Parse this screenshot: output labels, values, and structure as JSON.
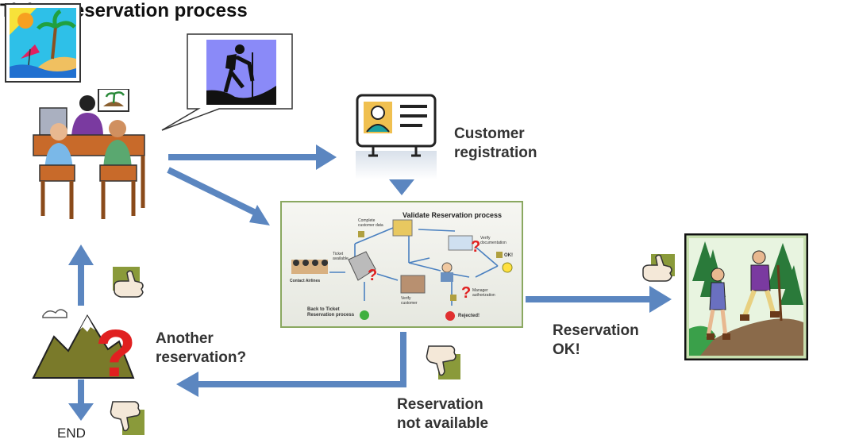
{
  "title": "Ticket Reservation process",
  "labels": {
    "customer_registration": [
      "Customer",
      "registration"
    ],
    "another_reservation": [
      "Another",
      "reservation?"
    ],
    "reservation_ok": [
      "Reservation",
      "OK!"
    ],
    "reservation_not_available": [
      "Reservation",
      "not available"
    ],
    "end": "END"
  },
  "inset": {
    "title": "Validate Reservation process",
    "complete_data": [
      "Complete",
      "customer data"
    ],
    "verify_documentation": [
      "Verify",
      "documentation"
    ],
    "ok": "OK!",
    "ticket_available": [
      "Ticket",
      "available"
    ],
    "contact_airlines": "Contact Airlines",
    "verify_customer": [
      "Verify",
      "customer"
    ],
    "manager_authorization": [
      "Manager",
      "authorization"
    ],
    "back_to_ticket": [
      "Back to Ticket",
      "Reservation process"
    ],
    "rejected": "Rejected!"
  },
  "colors": {
    "arrow": "#5b86c0",
    "question_mark": "#e02020",
    "inset_border": "#8aa860",
    "thumb": "#8a9a3a"
  },
  "icons": [
    "beach-picture-icon",
    "office-desk-people-icon",
    "hiker-speech-bubble-icon",
    "id-card-icon",
    "mountain-question-icon",
    "hikers-forest-icon",
    "thumbs-up-icon",
    "thumbs-down-icon"
  ]
}
